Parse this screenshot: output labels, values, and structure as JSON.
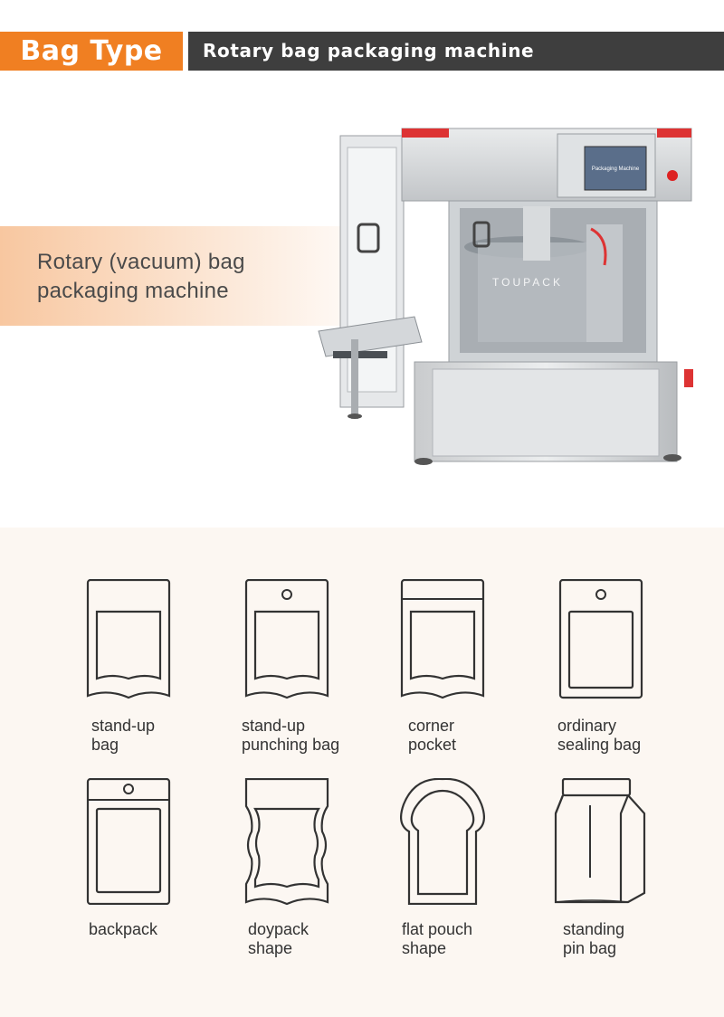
{
  "header": {
    "tag": "Bag Type",
    "title": "Rotary bag packaging machine"
  },
  "hero": {
    "title": "Rotary (vacuum) bag packaging machine",
    "machine_screen_text": "Packaging Machine",
    "machine_watermark": "TOUPACK"
  },
  "bags": [
    {
      "label": "stand-up\nbag",
      "icon": "stand-up-bag-icon"
    },
    {
      "label": "stand-up\npunching bag",
      "icon": "stand-up-punching-bag-icon"
    },
    {
      "label": "corner\npocket",
      "icon": "corner-pocket-icon"
    },
    {
      "label": "ordinary\nsealing bag",
      "icon": "ordinary-sealing-bag-icon"
    },
    {
      "label": "backpack",
      "icon": "backpack-icon"
    },
    {
      "label": "doypack\nshape",
      "icon": "doypack-shape-icon"
    },
    {
      "label": "flat pouch\nshape",
      "icon": "flat-pouch-shape-icon"
    },
    {
      "label": "standing\npin bag",
      "icon": "standing-pin-bag-icon"
    }
  ],
  "colors": {
    "accent": "#f07f22",
    "dark": "#3e3e3e",
    "panel": "#fcf7f2",
    "line": "#333333"
  }
}
